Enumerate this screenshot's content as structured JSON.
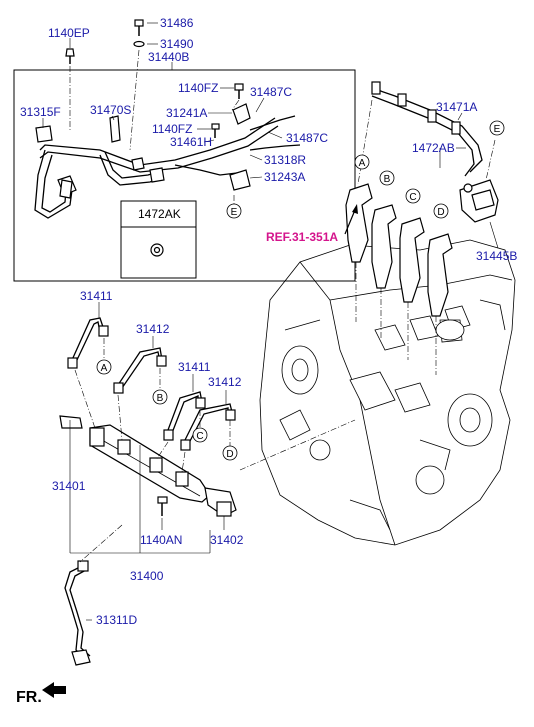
{
  "parts": {
    "p1140EP": "1140EP",
    "p31486": "31486",
    "p31490": "31490",
    "p31440B": "31440B",
    "p1140FZ_a": "1140FZ",
    "p31487C_a": "31487C",
    "p31241A": "31241A",
    "p31315F": "31315F",
    "p31470S": "31470S",
    "p1140FZ_b": "1140FZ",
    "p31487C_b": "31487C",
    "p31461H": "31461H",
    "p31318R": "31318R",
    "p31243A": "31243A",
    "p1472AK": "1472AK",
    "p31471A": "31471A",
    "p1472AB": "1472AB",
    "p31445B": "31445B",
    "p31411_a": "31411",
    "p31412_a": "31412",
    "p31411_b": "31411",
    "p31412_b": "31412",
    "p31401": "31401",
    "p1140AN": "1140AN",
    "p31402": "31402",
    "p31400": "31400",
    "p31311D": "31311D"
  },
  "reference": "REF.31-351A",
  "front_marker": "FR.",
  "callouts": {
    "a": "A",
    "b": "B",
    "c": "C",
    "d": "D",
    "e": "E"
  }
}
